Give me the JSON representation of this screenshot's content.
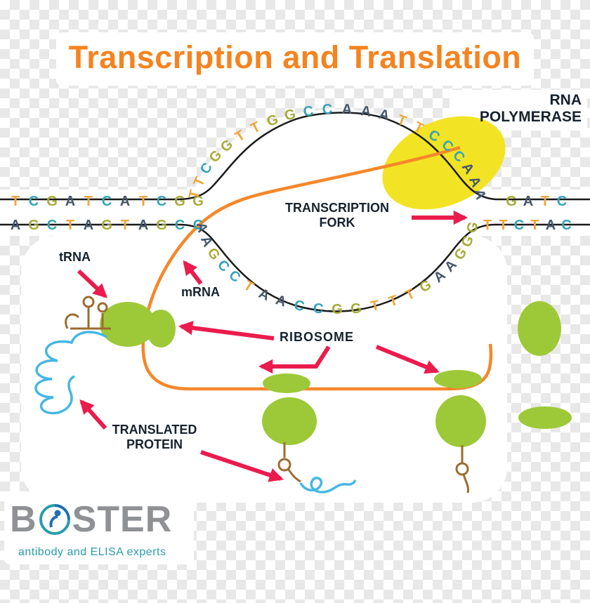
{
  "title": "Transcription and Translation",
  "labels": {
    "rna_polymerase": {
      "line1": "RNA",
      "line2": "POLYMERASE"
    },
    "transcription_fork": {
      "line1": "TRANSCRIPTION",
      "line2": "FORK"
    },
    "trna": "tRNA",
    "mrna": "mRNA",
    "ribosome": "RIBOSOME",
    "translated_protein": {
      "line1": "TRANSLATED",
      "line2": "PROTEIN"
    }
  },
  "sequences": {
    "left_top": "TCGATCATCGG",
    "left_bottom": "AGCTAGTAGCC",
    "top_arc": "TTCGGTTGGCCAAATTCCCAAA",
    "bottom_arc": "AAGCCTAACCGGTTTGAAGGG",
    "right_top": "GATC",
    "right_bottom": "TTCTAC"
  },
  "nucleotide_colors": {
    "A": "#46576b",
    "T": "#f0a63c",
    "C": "#35a3b8",
    "G": "#a6ab39"
  },
  "colors": {
    "title": "#f5831f",
    "label_text": "#16222e",
    "arrow": "#ea1c4d",
    "dna_strand": "#1a1a1a",
    "mrna_strand": "#f6872a",
    "rna_polymerase": "#f2e424",
    "ribosome": "#9dc938",
    "trna_structure": "#9c6b2f",
    "protein": "#45b7e2",
    "logo_text": "#8f9194",
    "logo_tagline": "#2a9daa"
  },
  "logo": {
    "prefix": "B",
    "suffix": "STER",
    "tagline": "antibody and ELISA experts"
  }
}
